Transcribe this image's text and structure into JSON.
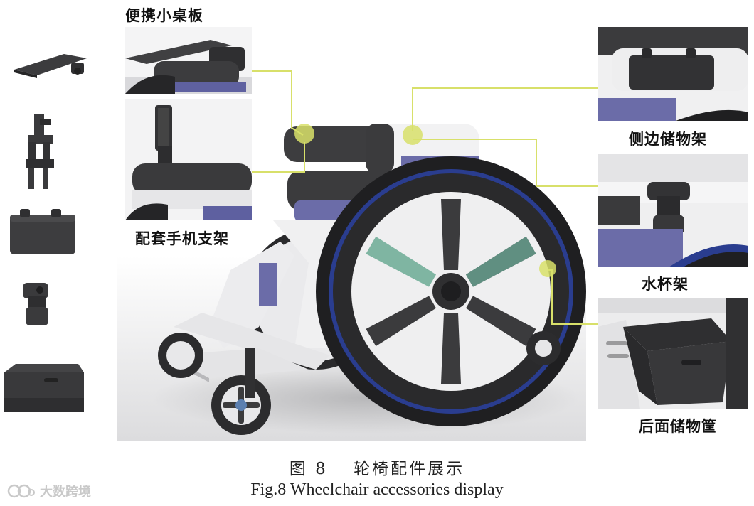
{
  "labels": {
    "desk": "便携小桌板",
    "phone_holder": "配套手机支架",
    "side_storage": "侧边储物架",
    "cup_holder": "水杯架",
    "rear_basket": "后面储物筐"
  },
  "caption": {
    "cn": "图 8　 轮椅配件展示",
    "en": "Fig.8 Wheelchair accessories display"
  },
  "watermark": {
    "text": "大数跨境",
    "icon": "logo-icon"
  },
  "colors": {
    "callout_line": "#d8e06a",
    "chair_white": "#f2f2f2",
    "chair_dark": "#3b3b3d",
    "seat_purple": "#6b6ca8",
    "wheel_accent": "#7fb5a2",
    "rim_blue": "#2a3d8f"
  }
}
